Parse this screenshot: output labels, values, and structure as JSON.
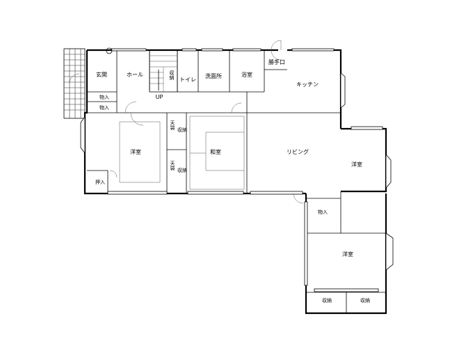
{
  "floor_plan": {
    "rooms": {
      "genkan": "玄関",
      "hall": "ホール",
      "toilet": "トイレ",
      "washroom": "洗面所",
      "bath": "浴室",
      "back_door": "勝手口",
      "kitchen": "キッチン",
      "storage_1": "物入",
      "storage_2": "物入",
      "stairs_up": "UP",
      "shelf": "収納",
      "western_room_1": "洋室",
      "japanese_room": "和室",
      "living": "リビング",
      "closet_1": "収納",
      "closet_2": "収納",
      "closet_3": "押入",
      "western_room_2": "洋室",
      "storage_3": "物入",
      "western_room_3": "洋室",
      "closet_4": "収納",
      "closet_5": "収納",
      "small_label_1": "天袋",
      "small_label_2": "天袋"
    }
  }
}
